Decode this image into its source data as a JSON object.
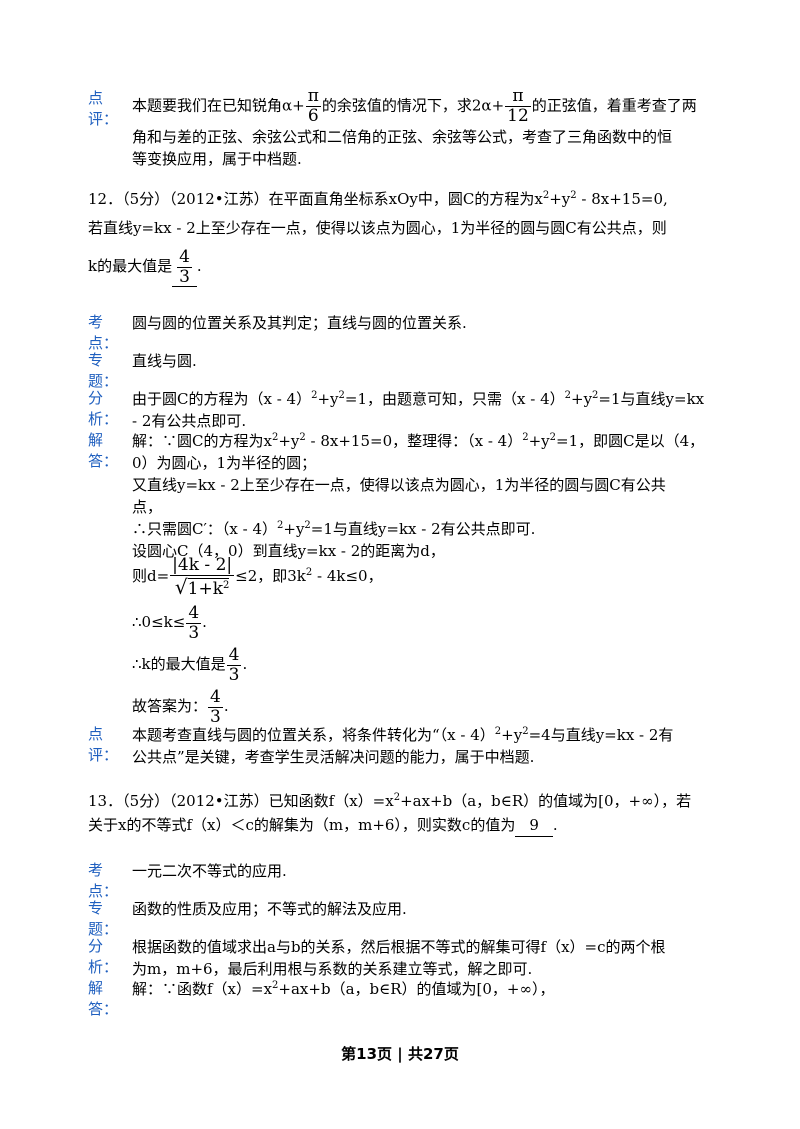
{
  "c11": {
    "label_review": [
      "点",
      "评："
    ],
    "review_a": "本题要我们在已知锐角α+",
    "pi": "π",
    "six": "6",
    "review_b": "的余弦值的情况下，求2α+",
    "twelve": "12",
    "review_c": "的正弦值，着重考查了两",
    "review_l2": "角和与差的正弦、余弦公式和二倍角的正弦、余弦等公式，考查了三角函数中的恒",
    "review_l3": "等变换应用，属于中档题."
  },
  "q12": {
    "l1a": "12．（5分）（2012•江苏）在平面直角坐标系xOy中，圆C的方程为x",
    "sup2": "2",
    "l1b": "+y",
    "l1c": " - 8x+15=0,",
    "l2": "若直线y=kx - 2上至少存在一点，使得以该点为圆心，1为半径的圆与圆C有公共点，则",
    "l3a": "k的最大值是",
    "four": "4",
    "three": "3",
    "l3b": "."
  },
  "c12": {
    "label_kd": [
      "考",
      "点："
    ],
    "kd": "圆与圆的位置关系及其判定；直线与圆的位置关系.",
    "label_zt": [
      "专",
      "题："
    ],
    "zt": "直线与圆.",
    "label_fx": [
      "分",
      "析："
    ],
    "fx1a": "由于圆C的方程为（x - 4）",
    "fx1b": "+y",
    "fx1c": "=1，由题意可知，只需（x - 4）",
    "fx1d": "=1与直线y=kx",
    "fx2": " - 2有公共点即可.",
    "label_jd": [
      "解",
      "答："
    ],
    "jd1a": "解：∵圆C的方程为x",
    "jd1b": " - 8x+15=0，整理得：（x - 4）",
    "jd1c": "=1，即圆C是以（4，",
    "jd2": "0）为圆心，1为半径的圆；",
    "jd3": "又直线y=kx - 2上至少存在一点，使得以该点为圆心，1为半径的圆与圆C有公共",
    "jd4": "点，",
    "jd5a": "∴只需圆C′：（x - 4）",
    "jd5b": "=1与直线y=kx - 2有公共点即可.",
    "jd6": "设圆心C（4，0）到直线y=kx - 2的距离为d，",
    "jd7a": "则d=",
    "num_abs": "|4k - 2|",
    "den_sqrt": "√",
    "den_in": "1+k",
    "jd7b": "≤2，即3k",
    "jd7c": " - 4k≤0，",
    "jd8": "∴0≤k≤",
    "jd9": "∴k的最大值是",
    "jd10": "故答案为：",
    "dot": ".",
    "label_dp": [
      "点",
      "评："
    ],
    "dp1a": "本题考查直线与圆的位置关系，将条件转化为“（x - 4）",
    "dp1b": "=4与直线y=kx - 2有",
    "dp2": "公共点”是关键，考查学生灵活解决问题的能力，属于中档题."
  },
  "q13": {
    "l1a": "13．（5分）（2012•江苏）已知函数f（x）=x",
    "l1b": "+ax+b（a，b∈R）的值域为[0，+∞），若",
    "l2a": "关于x的不等式f（x）＜c的解集为（m，m+6），则实数c的值为",
    "ans": "9",
    "l2b": "."
  },
  "c13": {
    "label_kd": [
      "考",
      "点："
    ],
    "kd": "一元二次不等式的应用.",
    "label_zt": [
      "专",
      "题："
    ],
    "zt": "函数的性质及应用；不等式的解法及应用.",
    "label_fx": [
      "分",
      "析："
    ],
    "fx1": "根据函数的值域求出a与b的关系，然后根据不等式的解集可得f（x）=c的两个根",
    "fx2": "为m，m+6，最后利用根与系数的关系建立等式，解之即可.",
    "label_jd": [
      "解",
      "答："
    ],
    "jd1a": "解：∵函数f（x）=x",
    "jd1b": "+ax+b（a，b∈R）的值域为[0，+∞），"
  },
  "footer": "第13页 | 共27页"
}
